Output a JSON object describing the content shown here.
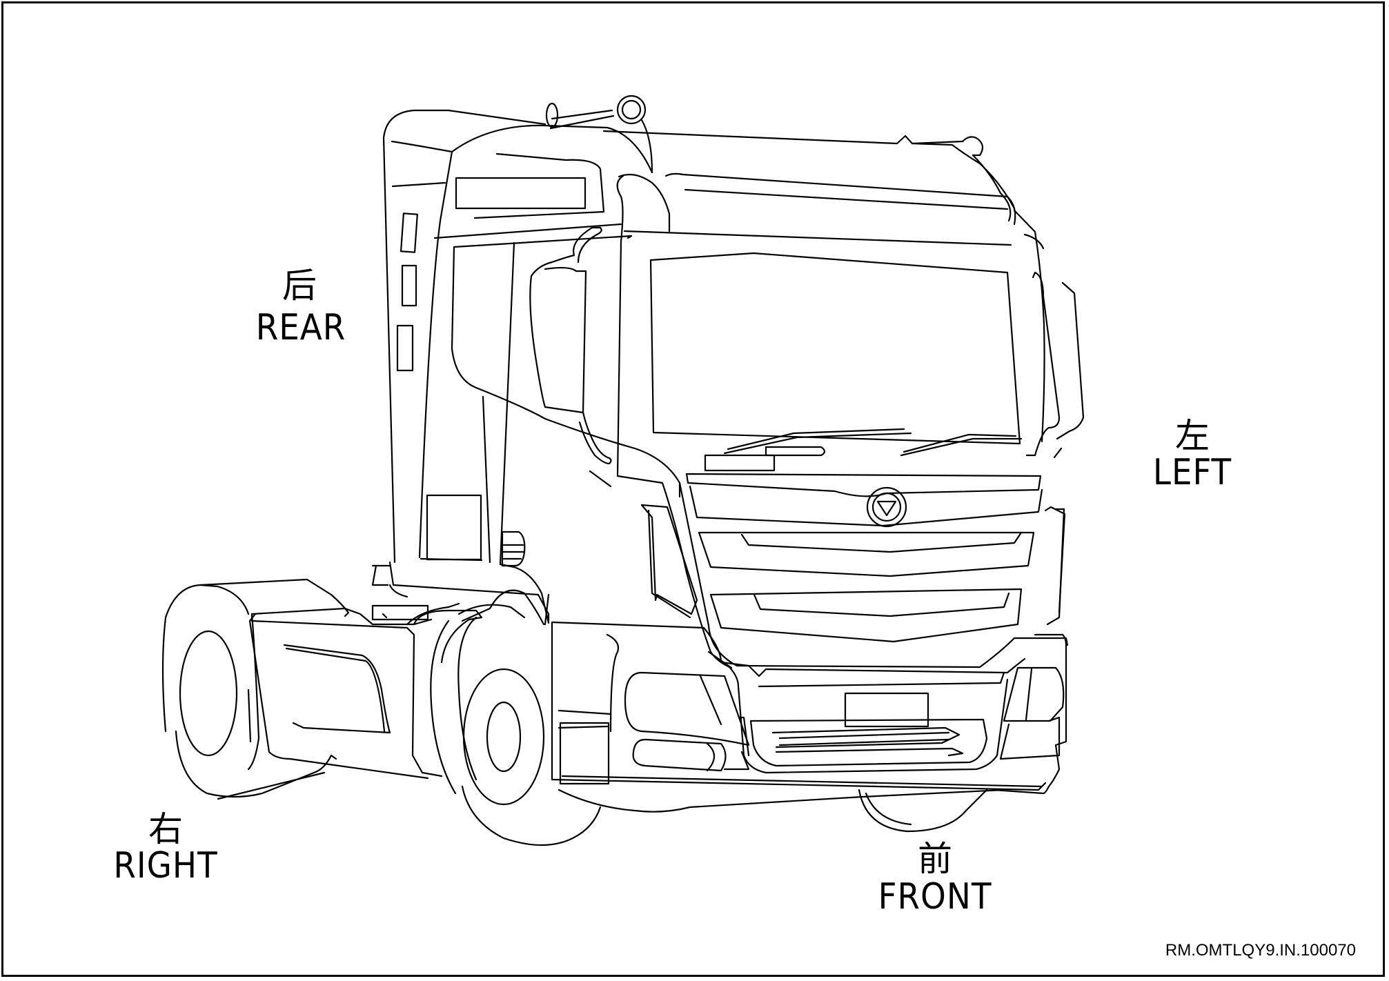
{
  "labels": {
    "rear": {
      "cn": "后",
      "en": "REAR"
    },
    "left": {
      "cn": "左",
      "en": "LEFT"
    },
    "right": {
      "cn": "右",
      "en": "RIGHT"
    },
    "front": {
      "cn": "前",
      "en": "FRONT"
    }
  },
  "reference_code": "RM.OMTLQY9.IN.100070"
}
